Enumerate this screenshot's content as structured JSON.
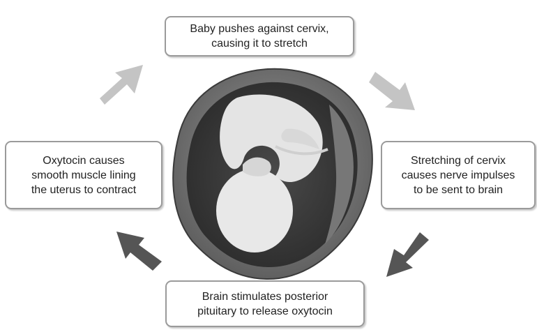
{
  "diagram": {
    "steps": [
      {
        "text": "Baby pushes against cervix,\ncausing it to stretch"
      },
      {
        "text": "Stretching of cervix\ncauses nerve impulses\nto be sent to brain"
      },
      {
        "text": "Brain stimulates posterior\npituitary to release oxytocin"
      },
      {
        "text": "Oxytocin causes\nsmooth muscle lining\nthe uterus to contract"
      }
    ],
    "colors": {
      "light_arrow": "#c4c4c4",
      "dark_arrow": "#555555",
      "uterus_wall": "#6e6e6e",
      "uterus_cavity": "#3c3c3c",
      "fetus": "#e6e6e6",
      "box_border": "#9a9a9a"
    },
    "illustration_icon": "fetus-in-uterus"
  }
}
